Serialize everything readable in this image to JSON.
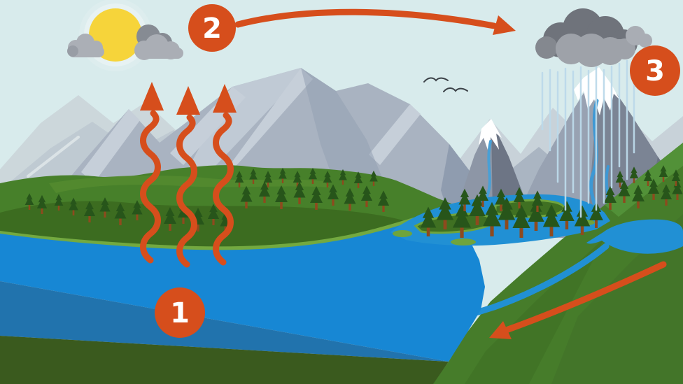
{
  "diagram": {
    "kind": "water-cycle-diagram",
    "markers": [
      {
        "number": "1"
      },
      {
        "number": "2"
      },
      {
        "number": "3"
      }
    ],
    "colors": {
      "marker_orange": "#d64e1c",
      "arrow_orange": "#d64e1c",
      "sun_yellow": "#f6d43a",
      "sky_blue": "#d8ebec",
      "lake_blue": "#1787d4",
      "river_blue": "#2190d4",
      "rain_blue": "#bcdaea",
      "hill_green": "#467c2a",
      "forest_green": "#27551a",
      "mountain_gray": "#a9b3c1",
      "storm_cloud_gray": "#6f737b",
      "cloud_gray": "#a9adb4",
      "snow_white": "#ffffff"
    },
    "icons": [
      "sun-icon",
      "cloud-icon",
      "storm-cloud-icon",
      "rain-streaks",
      "snow-capped-mountain",
      "pine-tree-icon",
      "bird-icon",
      "wavy-evaporation-arrow",
      "arc-transport-arrow",
      "downhill-runoff-arrow",
      "numbered-marker"
    ]
  }
}
